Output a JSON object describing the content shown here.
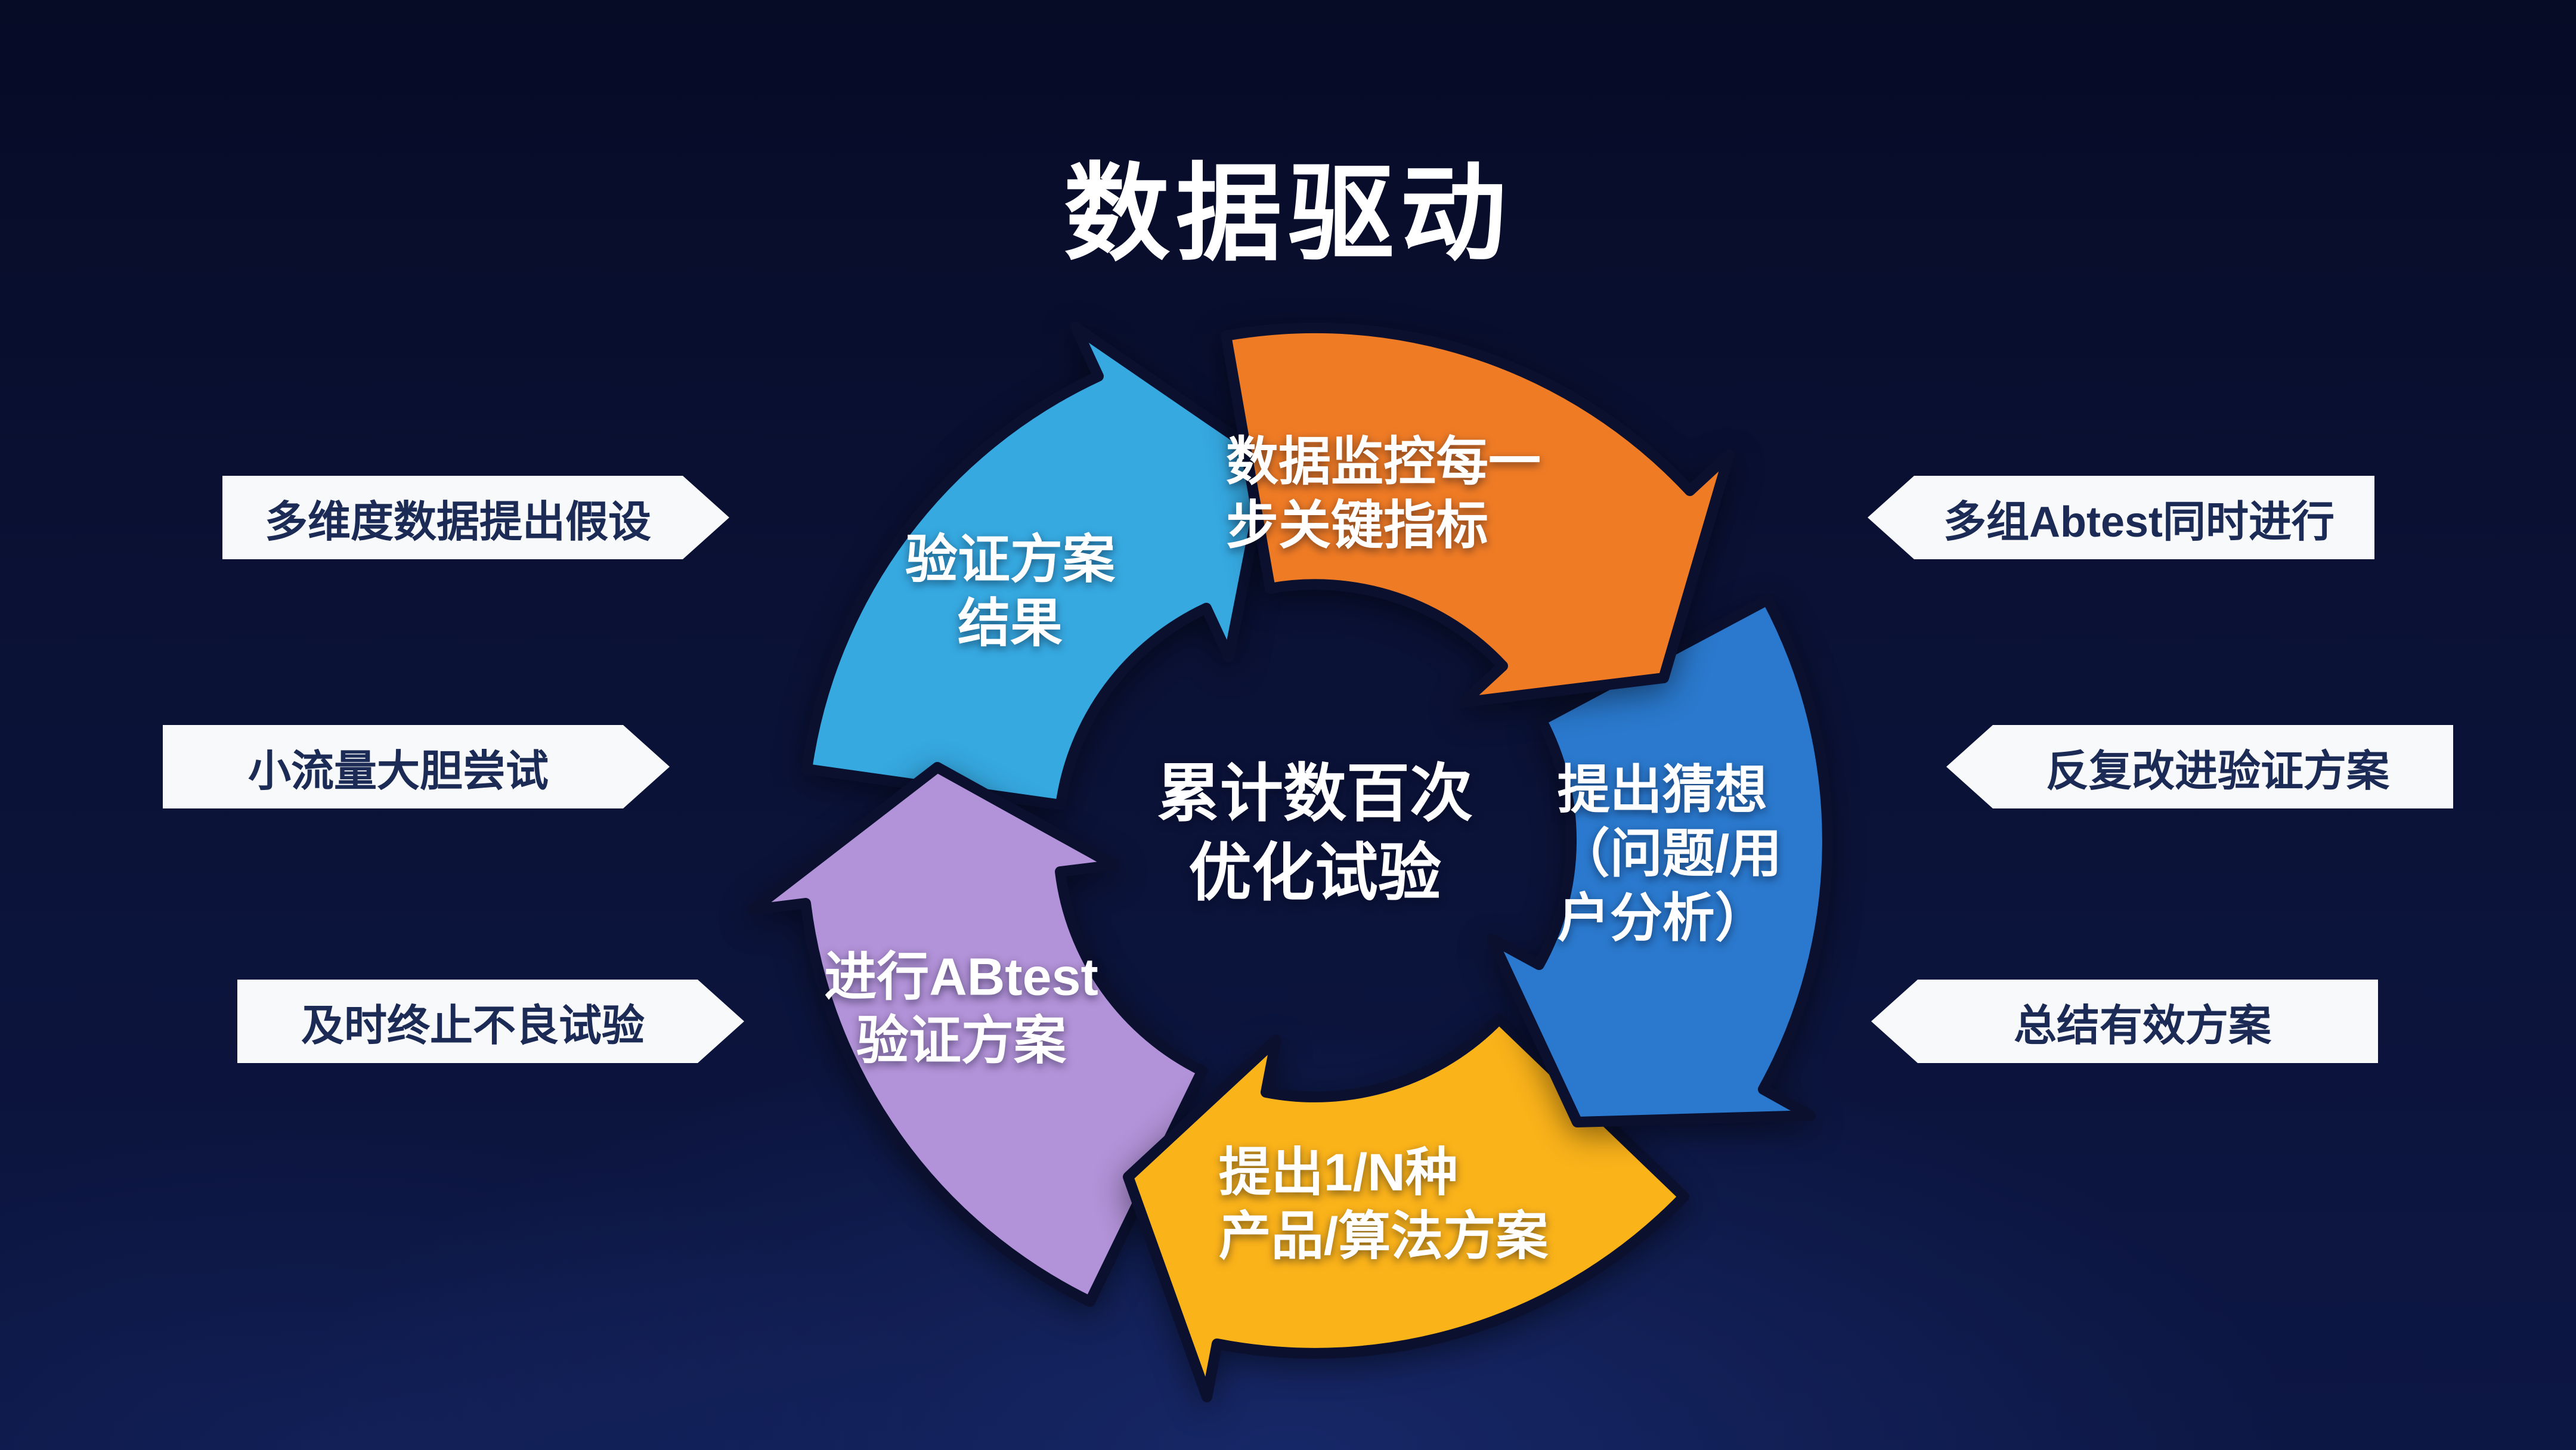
{
  "title": "数据驱动",
  "center": {
    "line1": "累计数百次",
    "line2": "优化试验"
  },
  "cycle": {
    "segments": [
      {
        "name": "data-monitor",
        "color": "#ef7b25",
        "lines": [
          "数据监控每一",
          "步关键指标"
        ]
      },
      {
        "name": "hypothesis",
        "color": "#2a79ce",
        "lines": [
          "提出猜想",
          "（问题/用",
          "户分析）"
        ]
      },
      {
        "name": "solutions",
        "color": "#fbb31a",
        "lines": [
          "提出1/N种",
          "产品/算法方案"
        ]
      },
      {
        "name": "abtest",
        "color": "#b292d8",
        "lines": [
          "进行ABtest",
          "验证方案"
        ]
      },
      {
        "name": "verify-result",
        "color": "#36a9e1",
        "lines": [
          "验证方案",
          "结果"
        ]
      }
    ]
  },
  "left_banners": [
    "多维度数据提出假设",
    "小流量大胆尝试",
    "及时终止不良试验"
  ],
  "right_banners": [
    "多组Abtest同时进行",
    "反复改进验证方案",
    "总结有效方案"
  ]
}
